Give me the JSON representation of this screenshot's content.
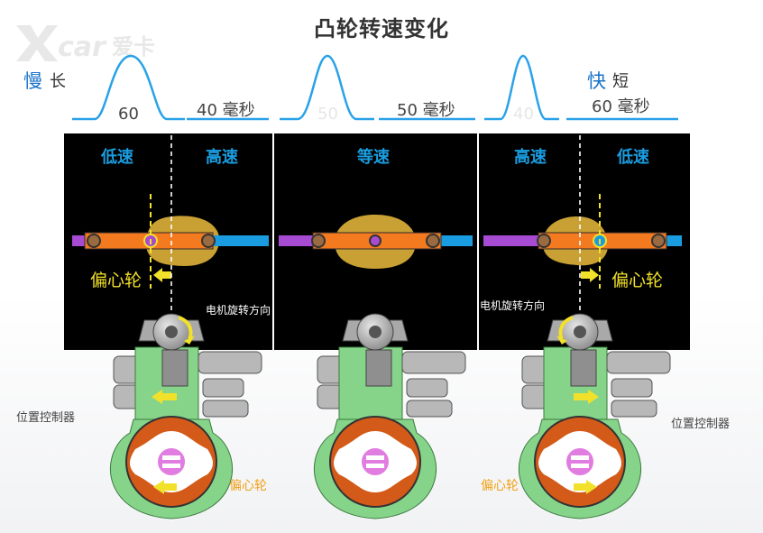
{
  "title": "凸轮转速变化",
  "logo": {
    "text": "Xcar爱卡"
  },
  "speed_labels": {
    "slow": "慢",
    "long": "长",
    "fast": "快",
    "short": "短"
  },
  "cam_values": {
    "v1": "60",
    "d1": "40 毫秒",
    "v2": "50",
    "d2": "50 毫秒",
    "v3": "40",
    "d3": "60 毫秒"
  },
  "zones": {
    "low1": "低速",
    "high1": "高速",
    "equal": "等速",
    "high2": "高速",
    "low2": "低速"
  },
  "eccentric_label": "偏心轮",
  "motor_direction": "电机旋转方向",
  "position_controller": "位置控制器",
  "colors": {
    "blue": "#1a9de0",
    "orange": "#f47a20",
    "purple": "#a64bd2",
    "gold": "#c9a033",
    "green": "#86d48a",
    "rust": "#d35a18",
    "yellow": "#f2e12a"
  }
}
